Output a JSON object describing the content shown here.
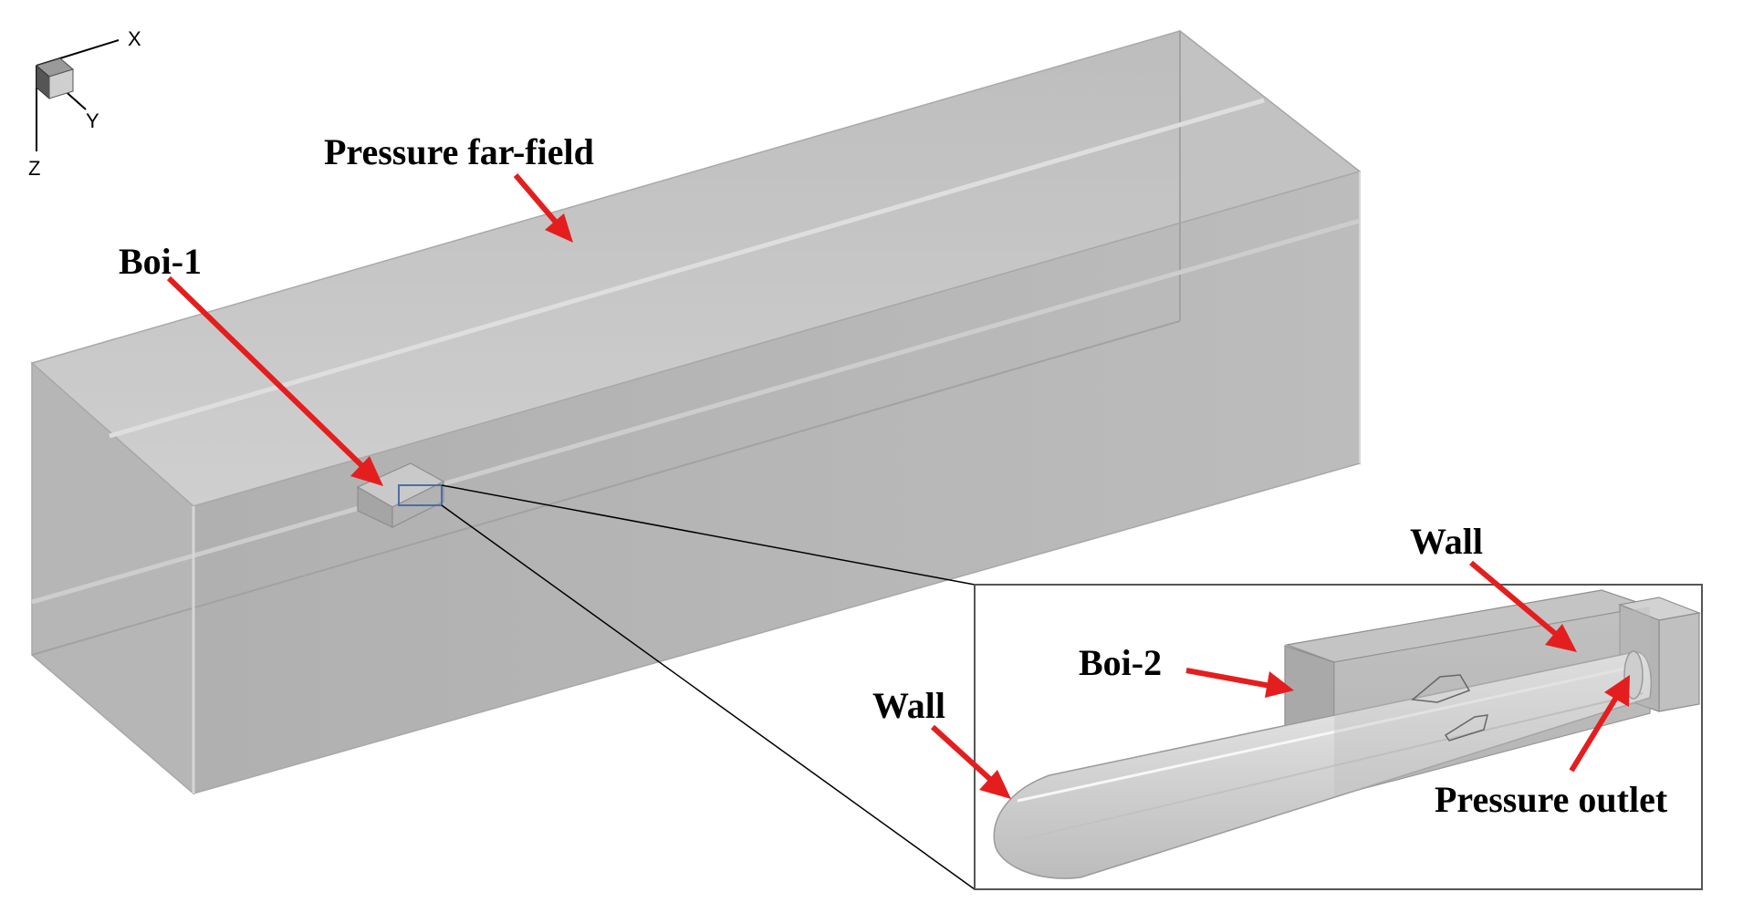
{
  "axes_triad": {
    "x_label": "X",
    "y_label": "Y",
    "z_label": "Z"
  },
  "labels": {
    "far_field": "Pressure far-field",
    "boi1": "Boi-1",
    "boi2": "Boi-2",
    "wall_left": "Wall",
    "wall_top": "Wall",
    "outlet": "Pressure outlet"
  },
  "colors": {
    "arrow": "#e41e1e",
    "domain_front": "#b3b3b3",
    "domain_top": "#c6c6c6",
    "domain_side": "#bdbdbd",
    "zoom_rect": "#4a6fa5",
    "body": "#d2d2d2"
  }
}
